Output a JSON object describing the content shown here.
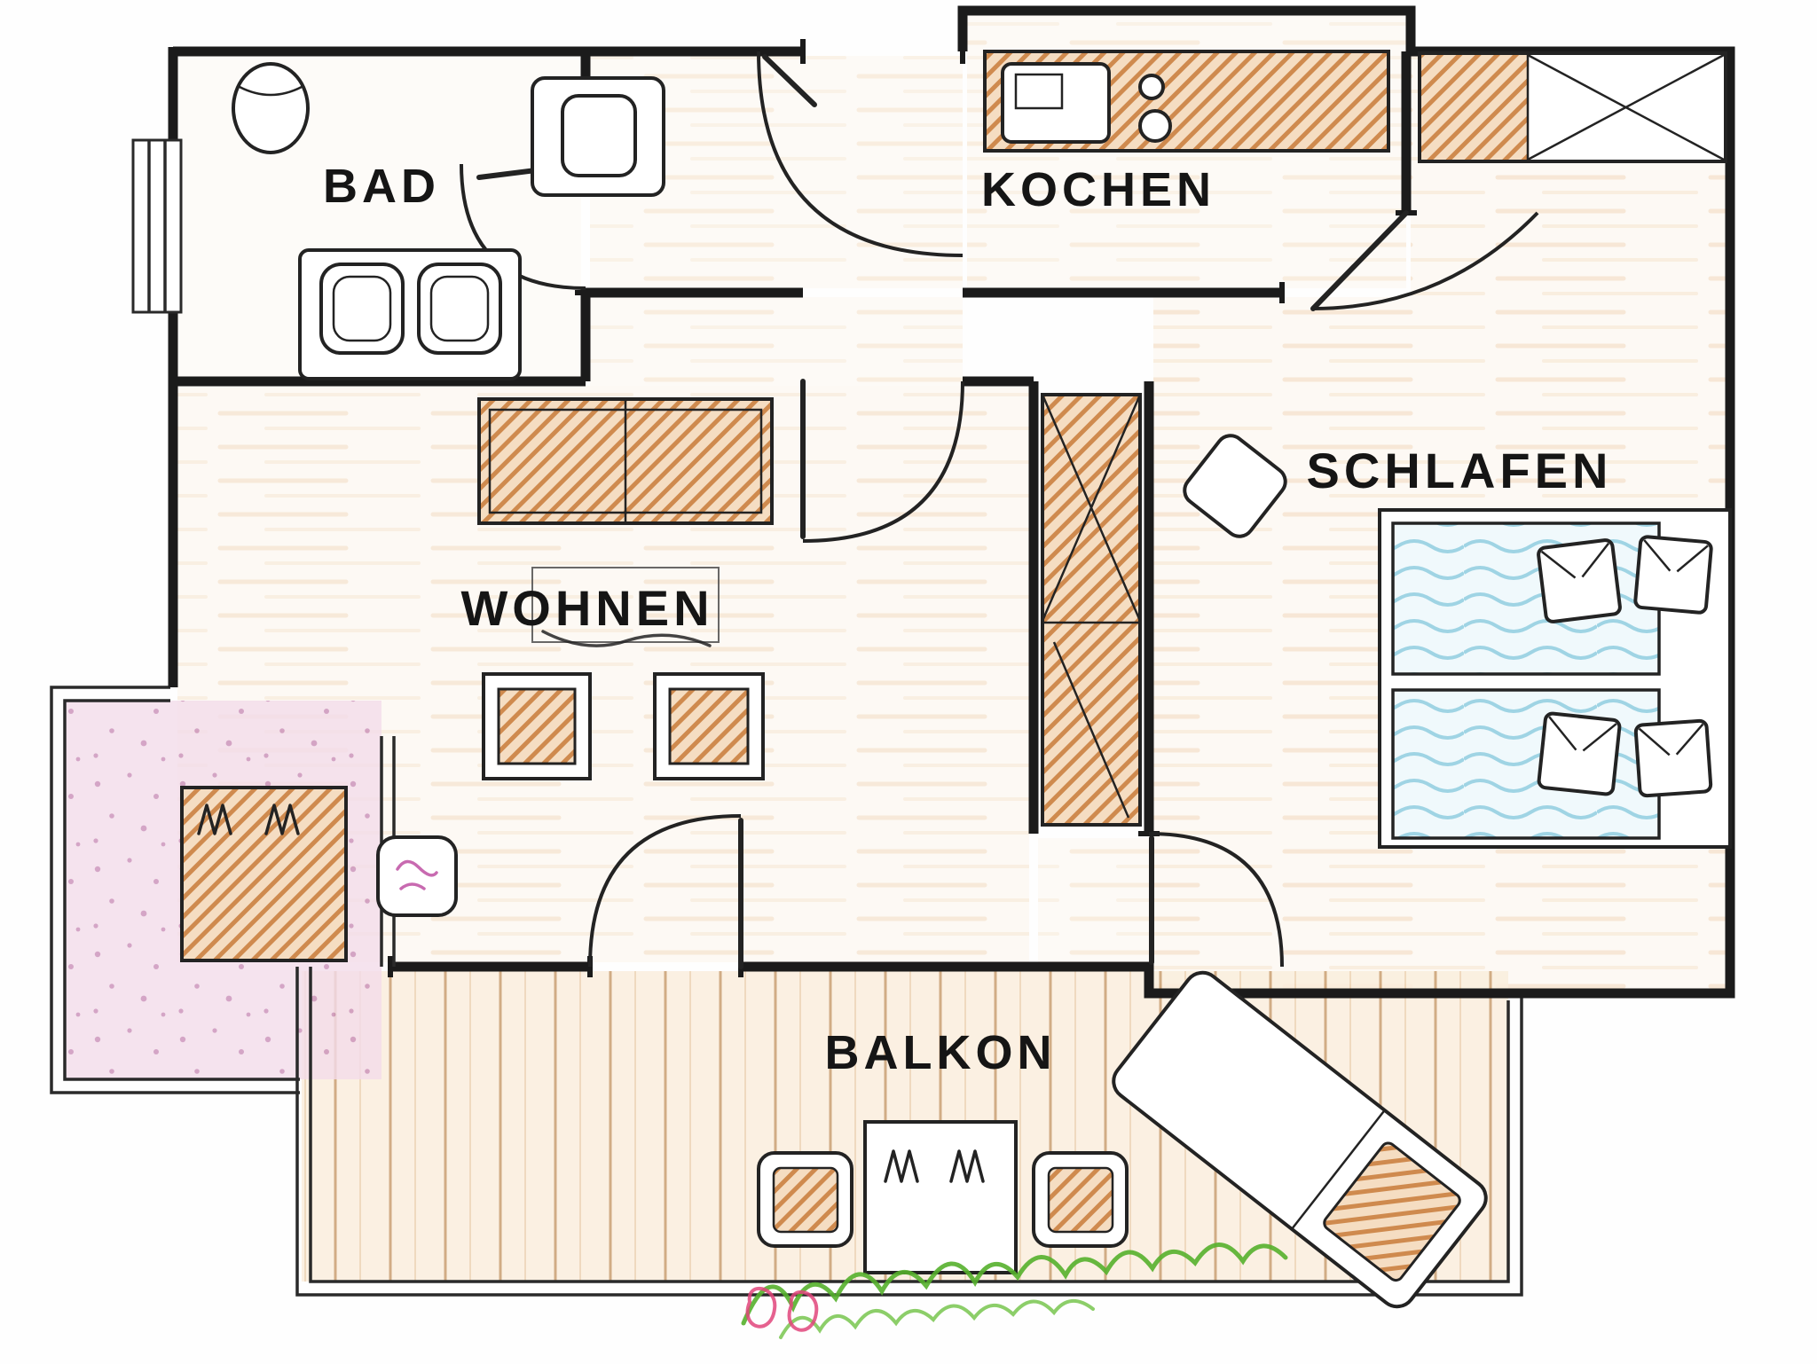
{
  "rooms": {
    "bad": {
      "label": "BAD"
    },
    "kochen": {
      "label": "KOCHEN"
    },
    "schlafen": {
      "label": "SCHLAFEN"
    },
    "wohnen": {
      "label": "WOHNEN"
    },
    "balkon": {
      "label": "BALKON"
    }
  },
  "colors": {
    "paper": "#fefefe",
    "wall": "#1b1b1b",
    "line": "#232323",
    "wood": "#ecc9a2",
    "wood_bg": "#fcf6ee",
    "plank": "#c99e70",
    "plank_bg": "#faeedd",
    "hatch": "#cf8a4e",
    "hatch_bg": "#f5ddc2",
    "linen": "#9fd4e4",
    "linen_bg": "#f0f9fc",
    "terrace_bg": "#f3dcea",
    "terrace_dot": "#c98fb8",
    "plant": "#55b02c",
    "plant_accent": "#e0457b"
  }
}
